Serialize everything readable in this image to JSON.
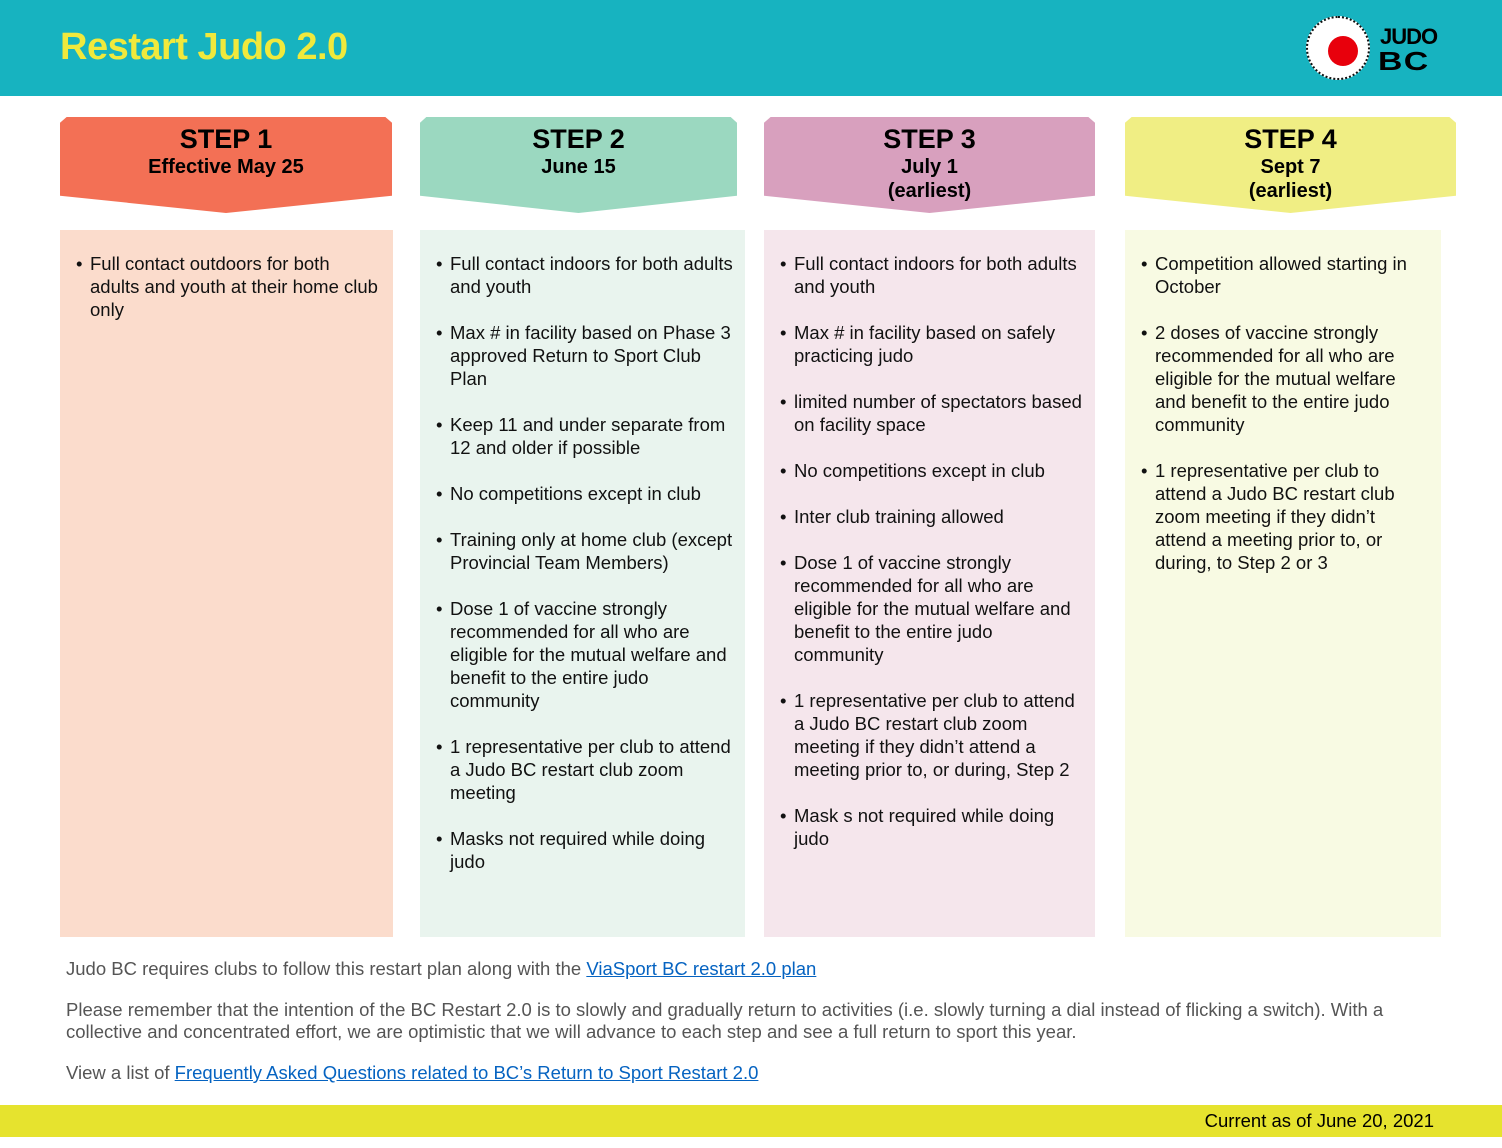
{
  "header": {
    "title": "Restart Judo 2.0",
    "logo_text": "JUDO BC"
  },
  "steps": [
    {
      "label": "STEP 1",
      "date": "Effective May 25",
      "note": "",
      "color": "#f37055",
      "bg": "#fbdccc",
      "items": [
        "Full contact  outdoors for both adults and youth at their home club only"
      ]
    },
    {
      "label": "STEP 2",
      "date": "June 15",
      "note": "",
      "color": "#9bd8c0",
      "bg": "#e9f4ee",
      "items": [
        "Full contact indoors for both adults and youth",
        "Max # in facility based on Phase 3 approved Return to Sport Club Plan",
        "Keep 11 and under separate from 12 and older if possible",
        "No competitions except in club",
        "Training only at home club (except Provincial Team Members)",
        "Dose 1 of vaccine strongly recommended for all who are eligible for the mutual welfare and benefit to the entire judo community",
        "1 representative per club to attend a Judo BC restart club zoom meeting",
        "Masks not required while doing judo"
      ]
    },
    {
      "label": "STEP 3",
      "date": "July 1",
      "note": "(earliest)",
      "color": "#d8a0be",
      "bg": "#f5e6ec",
      "items": [
        "Full contact indoors for both adults and youth",
        "Max # in facility based on safely practicing judo",
        "limited number of spectators based on facility space",
        "No competitions except in club",
        "Inter club training allowed",
        "Dose 1 of vaccine strongly recommended for all who are eligible for the mutual welfare and benefit to the entire judo community",
        "1 representative per club to attend a Judo BC restart club zoom meeting if they didn’t attend a meeting prior to, or during, Step 2",
        "Mask s not required while doing judo"
      ]
    },
    {
      "label": "STEP 4",
      "date": "Sept 7",
      "note": "(earliest)",
      "color": "#f0ee84",
      "bg": "#f8fae3",
      "items": [
        "Competition allowed starting in October",
        "2 doses of vaccine strongly recommended for all who are eligible for the mutual welfare and benefit to the entire judo community",
        "1 representative per club to attend a Judo BC restart club zoom meeting if they didn’t attend a meeting prior to, or during, to Step 2 or 3"
      ]
    }
  ],
  "footer": {
    "line1_text": "Judo BC requires  clubs to follow this restart plan along with the ",
    "line1_link": "ViaSport BC restart 2.0 plan",
    "line2": "Please remember that the intention of the BC Restart 2.0 is to slowly and gradually return to activities (i.e. slowly turning a dial instead of flicking a switch). With a collective and concentrated effort, we are optimistic that we will advance to each step and see a full return to sport this year.",
    "line3_text": "View a list of ",
    "line3_link": "Frequently Asked Questions related to BC’s Return to Sport Restart 2.0",
    "current": "Current as of June 20, 2021"
  }
}
